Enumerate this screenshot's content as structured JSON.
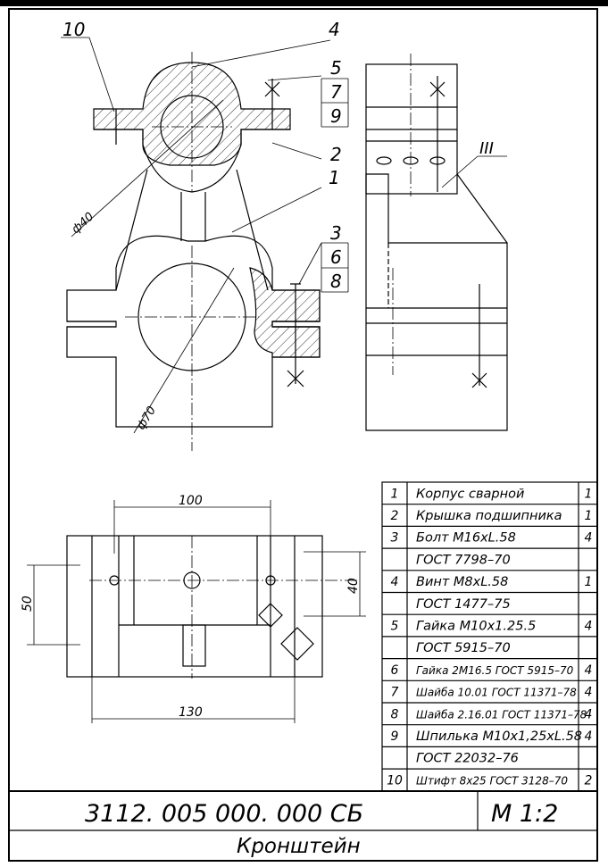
{
  "title_block": {
    "designation": "3112. 005 000. 000 СБ",
    "scale": "М 1:2",
    "name": "Кронштейн"
  },
  "part_callouts": [
    "10",
    "4",
    "5",
    "7",
    "9",
    "2",
    "1",
    "3",
    "6",
    "8"
  ],
  "section_label": "III",
  "dimensions": {
    "d40": "ф40",
    "d70": "ф70",
    "w100": "100",
    "w130": "130",
    "h50": "50",
    "h40": "40"
  },
  "parts_list": [
    {
      "num": "1",
      "name": "Корпус сварной",
      "qty": "1"
    },
    {
      "num": "2",
      "name": "Крышка подшипника",
      "qty": "1"
    },
    {
      "num": "3",
      "name": "Болт М16хL.58",
      "qty": "4"
    },
    {
      "num": "",
      "name": "ГОСТ 7798–70",
      "qty": ""
    },
    {
      "num": "4",
      "name": "Винт М8хL.58",
      "qty": "1"
    },
    {
      "num": "",
      "name": "ГОСТ 1477–75",
      "qty": ""
    },
    {
      "num": "5",
      "name": "Гайка М10х1.25.5",
      "qty": "4"
    },
    {
      "num": "",
      "name": "ГОСТ 5915–70",
      "qty": ""
    },
    {
      "num": "6",
      "name": "Гайка 2М16.5 ГОСТ 5915–70",
      "qty": "4"
    },
    {
      "num": "7",
      "name": "Шайба 10.01 ГОСТ 11371–78",
      "qty": "4"
    },
    {
      "num": "8",
      "name": "Шайба 2.16.01 ГОСТ 11371–78",
      "qty": "4"
    },
    {
      "num": "9",
      "name": "Шпилька М10х1,25хL.58",
      "qty": "4"
    },
    {
      "num": "",
      "name": "ГОСТ 22032–76",
      "qty": ""
    },
    {
      "num": "10",
      "name": "Штифт 8х25 ГОСТ 3128–70",
      "qty": "2"
    }
  ]
}
